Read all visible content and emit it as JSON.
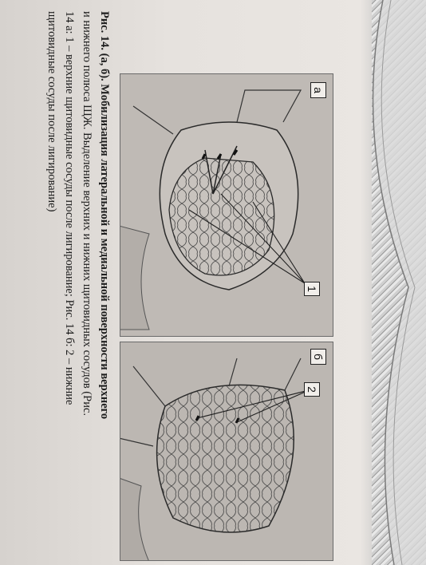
{
  "figure": {
    "panel_a_label": "а",
    "panel_b_label": "б",
    "marker_1": "1",
    "marker_2": "2"
  },
  "caption": {
    "line1": "Рис. 14. (а, б). Мобилизация латеральной и медиальной поверхности верхнего",
    "line2": "и нижнего полюса ЩЖ. Выделение верхних и нижних щитовидных сосудов (Рис.",
    "line3": "14 а: 1 – верхние щитовидные сосуды после лигирование; Рис. 14 б: 2 – нижние",
    "line4": "щитовидные сосуды после лигирование)"
  },
  "colors": {
    "page": "#e6e2de",
    "photo": "#bdb8b3",
    "ink": "#1e1e1e"
  }
}
